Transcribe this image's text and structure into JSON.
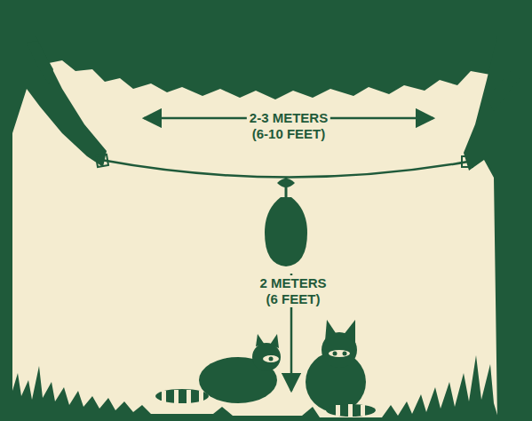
{
  "diagram": {
    "labels": [
      "2-3 METERS",
      "(6-10 FEET)",
      "2 METERS",
      "(6 FEET)"
    ]
  }
}
